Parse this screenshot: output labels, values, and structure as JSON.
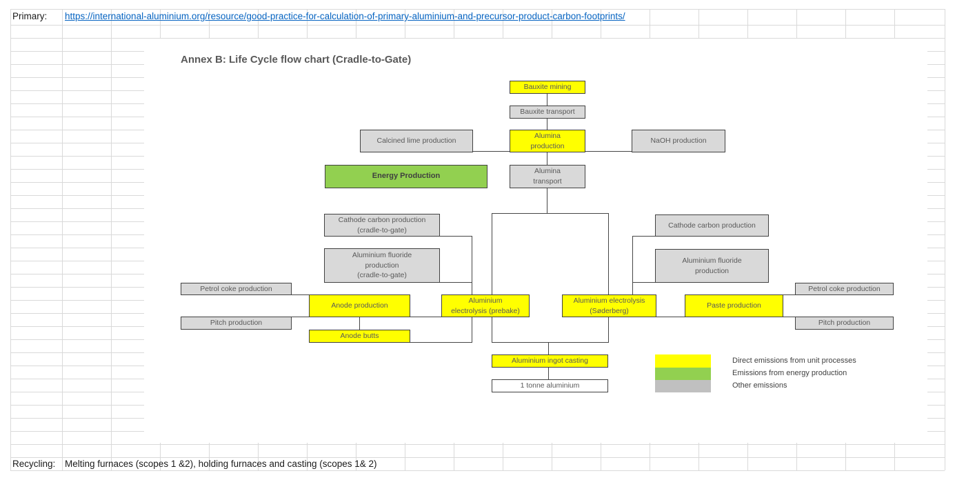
{
  "spreadsheet": {
    "primary_label": "Primary:",
    "primary_url": "https://international-aluminium.org/resource/good-practice-for-calculation-of-primary-aluminium-and-precursor-product-carbon-footprints/",
    "recycling_label": "Recycling:",
    "recycling_text": "Melting furnaces (scopes 1 &2), holding furnaces and casting (scopes 1& 2)"
  },
  "chart": {
    "title": "Annex B: Life Cycle flow chart (Cradle-to-Gate)",
    "colors": {
      "direct_emissions": "#ffff00",
      "energy_emissions": "#92d050",
      "other_emissions": "#d9d9d9",
      "line": "#454545",
      "text": "#595959"
    },
    "nodes": {
      "bauxite_mining": {
        "type": "direct",
        "lines": [
          "Bauxite mining"
        ]
      },
      "bauxite_transport": {
        "type": "other",
        "lines": [
          "Bauxite transport"
        ]
      },
      "alumina_production": {
        "type": "direct",
        "lines": [
          "Alumina",
          "production"
        ]
      },
      "calcined_lime": {
        "type": "other",
        "lines": [
          "Calcined lime production"
        ]
      },
      "naoh": {
        "type": "other",
        "lines": [
          "NaOH production"
        ]
      },
      "energy_production": {
        "type": "energy",
        "lines": [
          "Energy Production"
        ]
      },
      "alumina_transport": {
        "type": "other",
        "lines": [
          "Alumina",
          "transport"
        ]
      },
      "cathode_left": {
        "type": "other",
        "lines": [
          "Cathode carbon production",
          "(cradle-to-gate)"
        ]
      },
      "fluoride_left": {
        "type": "other",
        "lines": [
          "Aluminium fluoride",
          "production",
          "(cradle-to-gate)"
        ]
      },
      "petrol_left": {
        "type": "other",
        "lines": [
          "Petrol coke production"
        ]
      },
      "pitch_left": {
        "type": "other",
        "lines": [
          "Pitch production"
        ]
      },
      "anode_production": {
        "type": "direct",
        "lines": [
          "Anode production"
        ]
      },
      "anode_butts": {
        "type": "direct",
        "lines": [
          "Anode butts"
        ]
      },
      "electrolysis_prebake": {
        "type": "direct",
        "lines": [
          "Aluminium",
          "electrolysis (prebake)"
        ]
      },
      "electrolysis_soderberg": {
        "type": "direct",
        "lines": [
          "Aluminium electrolysis",
          "(Søderberg)"
        ]
      },
      "paste_production": {
        "type": "direct",
        "lines": [
          "Paste production"
        ]
      },
      "cathode_right": {
        "type": "other",
        "lines": [
          "Cathode carbon production"
        ]
      },
      "fluoride_right": {
        "type": "other",
        "lines": [
          "Aluminium fluoride",
          "production"
        ]
      },
      "petrol_right": {
        "type": "other",
        "lines": [
          "Petrol coke production"
        ]
      },
      "pitch_right": {
        "type": "other",
        "lines": [
          "Pitch production"
        ]
      },
      "ingot_casting": {
        "type": "direct",
        "lines": [
          "Aluminium ingot casting"
        ]
      },
      "one_tonne": {
        "type": "plain",
        "lines": [
          "1 tonne aluminium"
        ]
      }
    },
    "legend": [
      {
        "label": "Direct emissions from unit processes",
        "color": "#ffff00"
      },
      {
        "label": "Emissions from energy production",
        "color": "#92d050"
      },
      {
        "label": "Other emissions",
        "color": "#c0c0c0"
      }
    ]
  }
}
